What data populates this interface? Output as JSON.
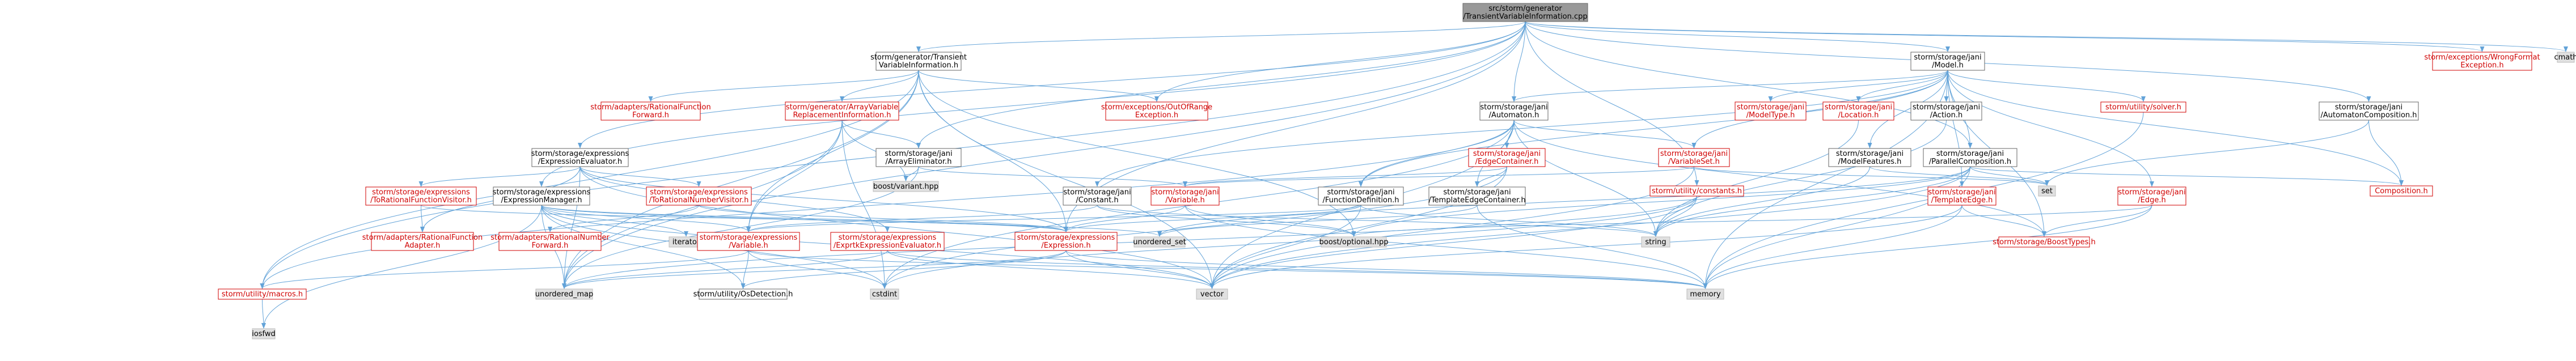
{
  "colors": {
    "edge": "#63a3d8",
    "root_fill": "#999999",
    "node_fill": "#ffffff",
    "system_fill": "#e0e0e0",
    "border": "#666666",
    "red_text": "#d00000"
  },
  "nodes": [
    {
      "id": "root",
      "kind": "root",
      "lines": [
        "src/storm/generator",
        "/TransientVariableInformation.cpp"
      ]
    },
    {
      "id": "tvi_h",
      "kind": "normal",
      "lines": [
        "storm/generator/Transient",
        "VariableInformation.h"
      ]
    },
    {
      "id": "jani_model",
      "kind": "normal",
      "lines": [
        "storm/storage/jani",
        "/Model.h"
      ]
    },
    {
      "id": "cmath",
      "kind": "system",
      "lines": [
        "cmath"
      ]
    },
    {
      "id": "wrongformat",
      "kind": "red",
      "lines": [
        "storm/exceptions/WrongFormat",
        "Exception.h"
      ]
    },
    {
      "id": "adapters_rf_fwd",
      "kind": "red",
      "lines": [
        "storm/adapters/RationalFunction",
        "Forward.h"
      ]
    },
    {
      "id": "avr_info",
      "kind": "red",
      "lines": [
        "storm/generator/ArrayVariable",
        "ReplacementInformation.h"
      ]
    },
    {
      "id": "outofrange",
      "kind": "red",
      "lines": [
        "storm/exceptions/OutOfRange",
        "Exception.h"
      ]
    },
    {
      "id": "automaton",
      "kind": "normal",
      "lines": [
        "storm/storage/jani",
        "/Automaton.h"
      ]
    },
    {
      "id": "modeltype",
      "kind": "red",
      "lines": [
        "storm/storage/jani",
        "/ModelType.h"
      ]
    },
    {
      "id": "location",
      "kind": "red",
      "lines": [
        "storm/storage/jani",
        "/Location.h"
      ]
    },
    {
      "id": "action",
      "kind": "normal",
      "lines": [
        "storm/storage/jani",
        "/Action.h"
      ]
    },
    {
      "id": "solver",
      "kind": "red",
      "lines": [
        "storm/utility/solver.h"
      ]
    },
    {
      "id": "automaton_comp",
      "kind": "normal",
      "lines": [
        "storm/storage/jani",
        "/AutomatonComposition.h"
      ]
    },
    {
      "id": "expr_eval",
      "kind": "normal",
      "lines": [
        "storm/storage/expressions",
        "/ExpressionEvaluator.h"
      ]
    },
    {
      "id": "array_elim",
      "kind": "normal",
      "lines": [
        "storm/storage/jani",
        "/ArrayEliminator.h"
      ]
    },
    {
      "id": "edge_container",
      "kind": "red",
      "lines": [
        "storm/storage/jani",
        "/EdgeContainer.h"
      ]
    },
    {
      "id": "variable_set",
      "kind": "red",
      "lines": [
        "storm/storage/jani",
        "/VariableSet.h"
      ]
    },
    {
      "id": "model_features",
      "kind": "normal",
      "lines": [
        "storm/storage/jani",
        "/ModelFeatures.h"
      ]
    },
    {
      "id": "parallel_comp",
      "kind": "normal",
      "lines": [
        "storm/storage/jani",
        "/ParallelComposition.h"
      ]
    },
    {
      "id": "constants",
      "kind": "red",
      "lines": [
        "storm/utility/constants.h"
      ]
    },
    {
      "id": "set",
      "kind": "system",
      "lines": [
        "set"
      ]
    },
    {
      "id": "composition",
      "kind": "red",
      "lines": [
        "Composition.h"
      ]
    },
    {
      "id": "rfv",
      "kind": "red",
      "lines": [
        "storm/storage/expressions",
        "/ToRationalFunctionVisitor.h"
      ]
    },
    {
      "id": "expr_manager",
      "kind": "normal",
      "lines": [
        "storm/storage/expressions",
        "/ExpressionManager.h"
      ]
    },
    {
      "id": "rnv",
      "kind": "red",
      "lines": [
        "storm/storage/expressions",
        "/ToRationalNumberVisitor.h"
      ]
    },
    {
      "id": "boost_variant",
      "kind": "system",
      "lines": [
        "boost/variant.hpp"
      ]
    },
    {
      "id": "jani_constant",
      "kind": "normal",
      "lines": [
        "storm/storage/jani",
        "/Constant.h"
      ]
    },
    {
      "id": "jani_variable",
      "kind": "red",
      "lines": [
        "storm/storage/jani",
        "/Variable.h"
      ]
    },
    {
      "id": "func_def",
      "kind": "normal",
      "lines": [
        "storm/storage/jani",
        "/FunctionDefinition.h"
      ]
    },
    {
      "id": "template_edge_container",
      "kind": "normal",
      "lines": [
        "storm/storage/jani",
        "/TemplateEdgeContainer.h"
      ]
    },
    {
      "id": "template_edge",
      "kind": "red",
      "lines": [
        "storm/storage/jani",
        "/TemplateEdge.h"
      ]
    },
    {
      "id": "jani_edge",
      "kind": "red",
      "lines": [
        "storm/storage/jani",
        "/Edge.h"
      ]
    },
    {
      "id": "rf_adapter",
      "kind": "red",
      "lines": [
        "storm/adapters/RationalFunction",
        "Adapter.h"
      ]
    },
    {
      "id": "rn_fwd",
      "kind": "red",
      "lines": [
        "storm/adapters/RationalNumber",
        "Forward.h"
      ]
    },
    {
      "id": "iterator",
      "kind": "system",
      "lines": [
        "iterator"
      ]
    },
    {
      "id": "expr_variable",
      "kind": "red",
      "lines": [
        "storm/storage/expressions",
        "/Variable.h"
      ]
    },
    {
      "id": "exprtoeval",
      "kind": "red",
      "lines": [
        "storm/storage/expressions",
        "/ExprtkExpressionEvaluator.h"
      ]
    },
    {
      "id": "unordered_set",
      "kind": "system",
      "lines": [
        "unordered_set"
      ]
    },
    {
      "id": "expression",
      "kind": "red",
      "lines": [
        "storm/storage/expressions",
        "/Expression.h"
      ]
    },
    {
      "id": "boost_optional",
      "kind": "system",
      "lines": [
        "boost/optional.hpp"
      ]
    },
    {
      "id": "string",
      "kind": "system",
      "lines": [
        "string"
      ]
    },
    {
      "id": "boost_types",
      "kind": "red",
      "lines": [
        "storm/storage/BoostTypes.h"
      ]
    },
    {
      "id": "macros",
      "kind": "red",
      "lines": [
        "storm/utility/macros.h"
      ]
    },
    {
      "id": "unordered_map",
      "kind": "system",
      "lines": [
        "unordered_map"
      ]
    },
    {
      "id": "os_detection",
      "kind": "normal",
      "lines": [
        "storm/utility/OsDetection.h"
      ]
    },
    {
      "id": "cstdint",
      "kind": "system",
      "lines": [
        "cstdint"
      ]
    },
    {
      "id": "vector",
      "kind": "system",
      "lines": [
        "vector"
      ]
    },
    {
      "id": "memory",
      "kind": "system",
      "lines": [
        "memory"
      ]
    },
    {
      "id": "iosfwd",
      "kind": "system",
      "lines": [
        "iosfwd"
      ]
    }
  ]
}
